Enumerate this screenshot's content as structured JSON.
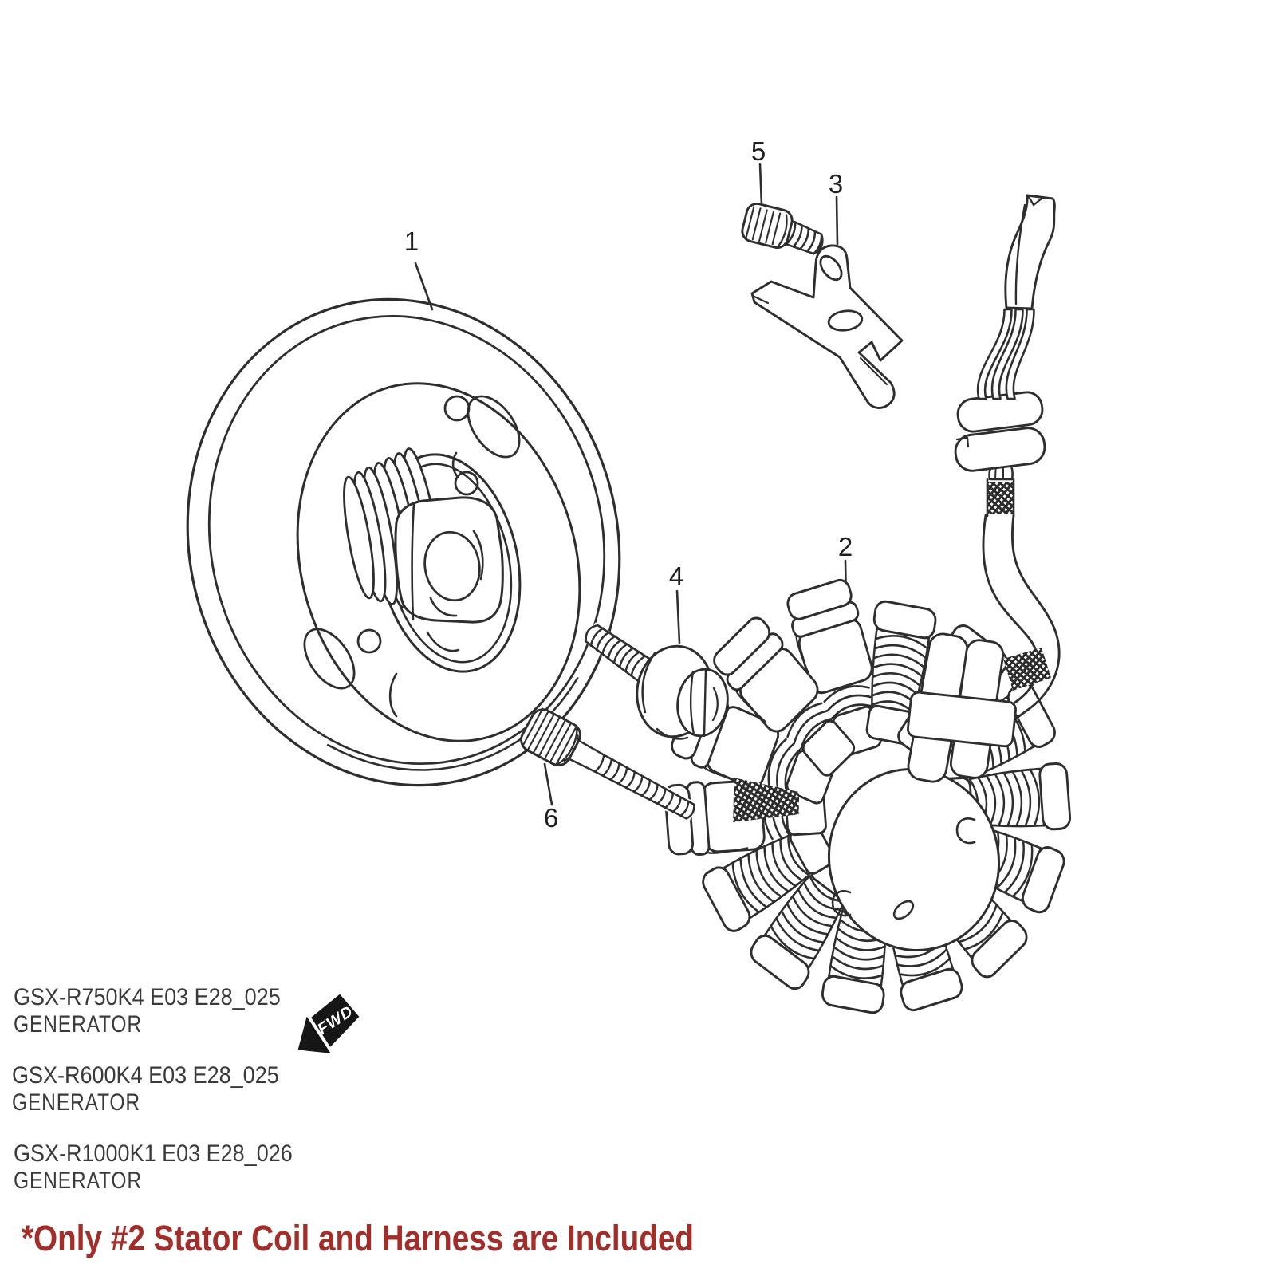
{
  "page": {
    "background": "#ffffff",
    "line_color": "#2b2b2b",
    "note_color": "#A32D28"
  },
  "callouts": [
    {
      "number": "1"
    },
    {
      "number": "2"
    },
    {
      "number": "3"
    },
    {
      "number": "4"
    },
    {
      "number": "5"
    },
    {
      "number": "6"
    }
  ],
  "model_codes": [
    {
      "code": "GSX-R750K4 E03 E28_025",
      "label": "GENERATOR"
    },
    {
      "code": "GSX-R600K4 E03 E28_025",
      "label": "GENERATOR"
    },
    {
      "code": "GSX-R1000K1 E03 E28_026",
      "label": "GENERATOR"
    }
  ],
  "fwd_marker": {
    "text": "FWD"
  },
  "note": {
    "text": "*Only #2 Stator Coil and Harness are Included"
  }
}
